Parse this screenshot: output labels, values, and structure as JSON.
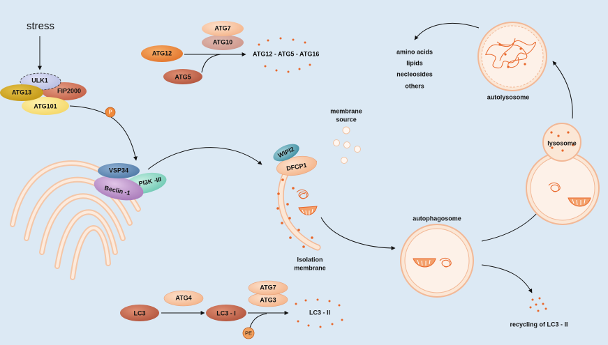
{
  "stimulus": "stress",
  "ulk_complex": {
    "ulk1": "ULK1",
    "atg13": "ATG13",
    "fip200": "FIP2000",
    "atg101": "ATG101"
  },
  "phosphate": "P",
  "pi3k_complex": {
    "vsp34": "VSP34",
    "pi3k": "PI3K -III",
    "beclin": "Beclin -1"
  },
  "conjugation_atg12": {
    "atg7": "ATG7",
    "atg10": "ATG10",
    "atg12": "ATG12",
    "atg5": "ATG5",
    "product": "ATG12 - ATG5 - ATG16"
  },
  "membrane_source": {
    "line1": "membrane",
    "line2": "source"
  },
  "isolation": {
    "wipi2": "WIPI2",
    "dfcp1": "DFCP1",
    "label_line1": "Isolation",
    "label_line2": "membrane"
  },
  "autophagosome_label": "autophagosome",
  "lysosome_label": "lysosome",
  "autolysosome_label": "autolysosome",
  "products": [
    "amino acids",
    "lipids",
    "necleosides",
    "others"
  ],
  "lc3_pathway": {
    "lc3": "LC3",
    "atg4": "ATG4",
    "lc3_i": "LC3 - I",
    "atg7": "ATG7",
    "atg3": "ATG3",
    "lc3_ii": "LC3 - II",
    "pe": "PE"
  },
  "recycling_label": "recycling of LC3 - II",
  "colors": {
    "background": "#dce9f4",
    "membrane_fill": "#fbe7d6",
    "membrane_stroke": "#f2b896",
    "dot": "#e8672a",
    "orange_protein": "#ef8a3c",
    "brown_protein": "#c0614a",
    "peach_protein": "#f6c5a2"
  }
}
